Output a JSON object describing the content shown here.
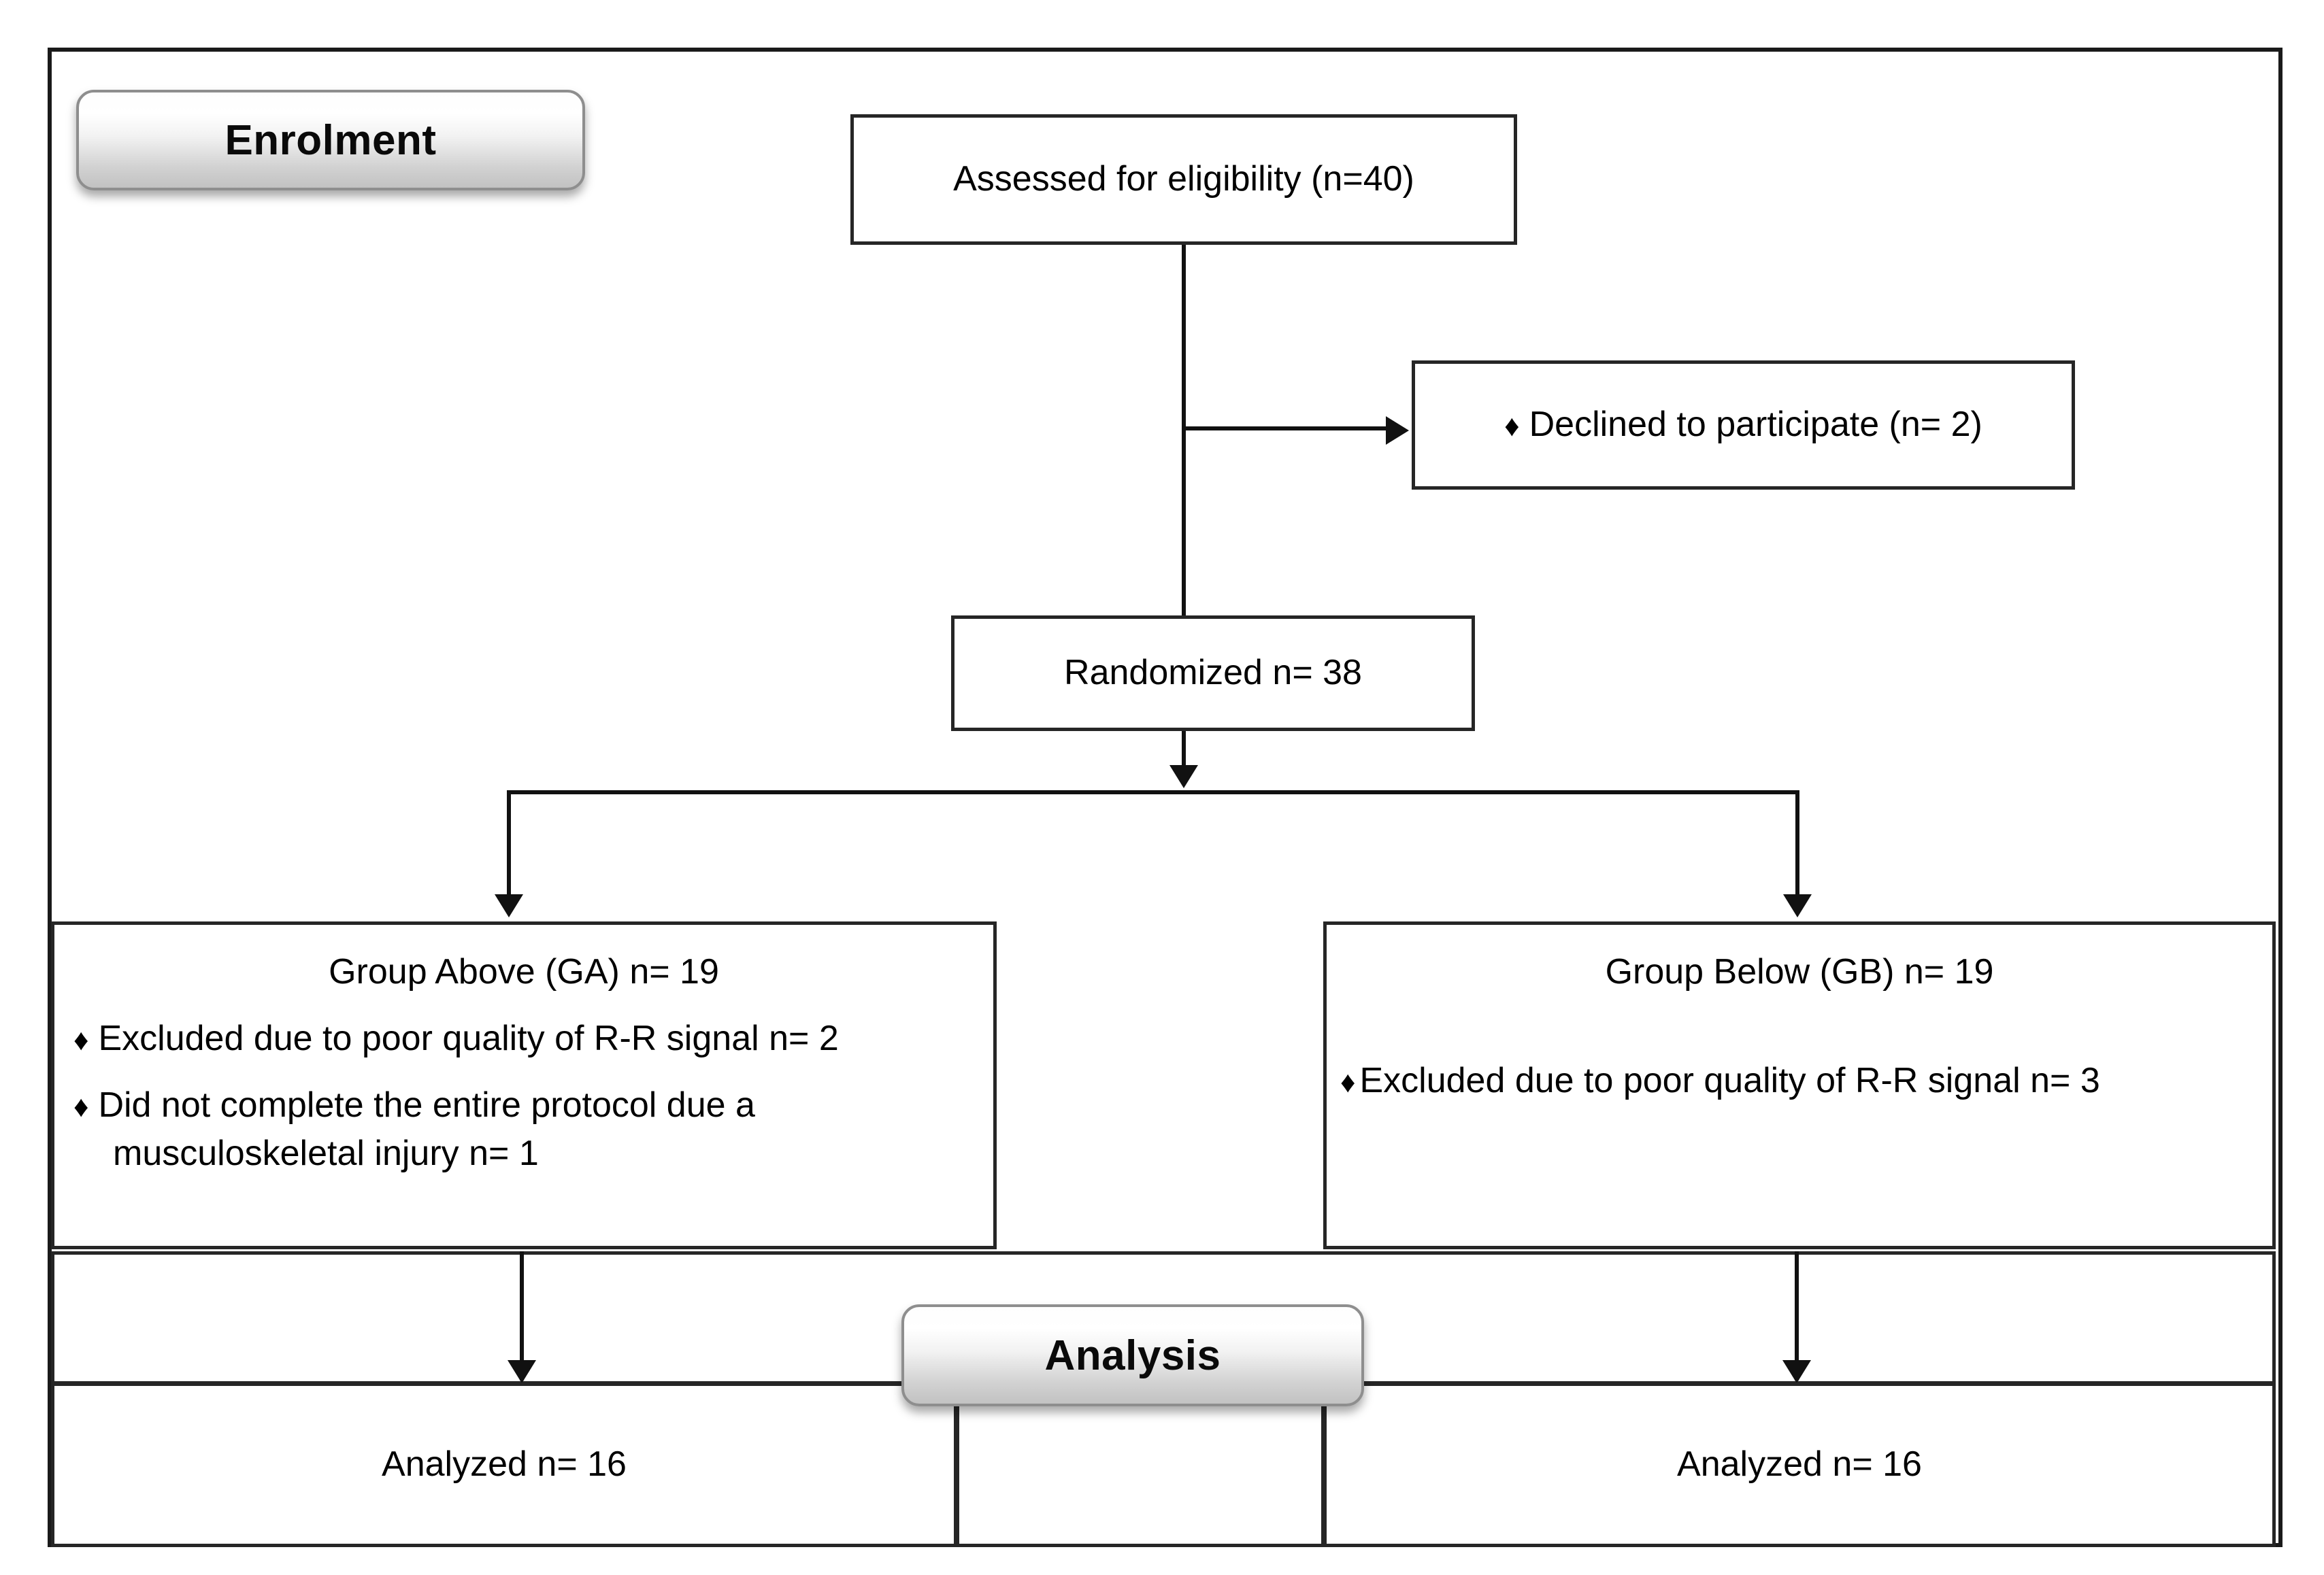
{
  "diagram": {
    "type": "consort-flow-diagram",
    "title": "CONSORT participant flow",
    "stages": [
      {
        "id": "enrolment",
        "label": "Enrolment"
      },
      {
        "id": "analysis",
        "label": "Analysis"
      }
    ],
    "nodes": {
      "assessed": {
        "lines": [
          "Assessed for eligibility (n=40)"
        ],
        "n": 40
      },
      "declined": {
        "bullet": "♦",
        "lines": [
          "Declined to participate (n= 2)"
        ],
        "n": 2
      },
      "randomized": {
        "lines": [
          "Randomized n= 38"
        ],
        "n": 38
      },
      "group_above": {
        "heading": "Group Above (GA) n= 19",
        "n": 19,
        "bullet": "♦",
        "items": [
          {
            "text": "Excluded due to poor quality of R-R signal n= 2",
            "n": 2
          },
          {
            "text": "Did not complete the entire protocol due a",
            "cont": "musculoskeletal injury n= 1",
            "n": 1
          }
        ]
      },
      "group_below": {
        "heading": "Group Below (GB) n= 19",
        "n": 19,
        "bullet": "♦",
        "items": [
          {
            "text": "Excluded due to poor quality of R-R signal n= 3",
            "n": 3
          }
        ]
      },
      "analyzed_left": {
        "lines": [
          "Analyzed n= 16"
        ],
        "n": 16
      },
      "analyzed_right": {
        "lines": [
          "Analyzed n= 16"
        ],
        "n": 16
      }
    },
    "colors": {
      "line": "#111111",
      "box_border": "#262626",
      "frame_border": "#1a1a1a",
      "pill_border": "#8e8e8e",
      "background": "#ffffff",
      "text": "#000000"
    }
  }
}
